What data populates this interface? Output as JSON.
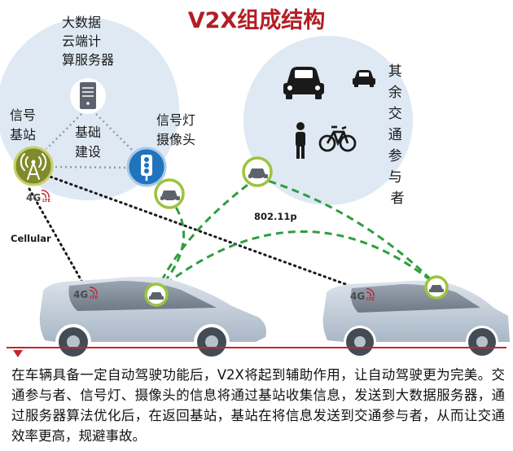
{
  "title": "V2X组成结构",
  "nodes": {
    "big_data_server": [
      "大数据",
      "云端计",
      "算服务器"
    ],
    "base_station": [
      "信号",
      "基站"
    ],
    "infrastructure": [
      "基础",
      "建设"
    ],
    "traffic_light_camera": [
      "信号灯",
      "摄像头"
    ],
    "other_participants": [
      "其",
      "余",
      "交",
      "通",
      "参",
      "与",
      "者"
    ]
  },
  "badges": {
    "network_4g": "4G",
    "network_lte": "LTE"
  },
  "links": {
    "cellular": "Cellular",
    "wifi": "802.11p"
  },
  "caption": "在车辆具备一定自动驾驶功能后，V2X将起到辅助作用，让自动驾驶更为完美。交通参与者、信号灯、摄像头的信息将通过基站收集信息，发送到大数据服务器，通过服务器算法优化后，在返回基站，基站在将信息发送到交通参与者，从而让交通效率更高，规避事故。",
  "colors": {
    "title": "#b21e24",
    "bubble": "#dfe9f4",
    "green_link": "#2e9e3f",
    "node_ring": "#9bc43c",
    "base_station": "#7f8b2a",
    "traffic_light": "#1f74bd",
    "car_body": "#c7d2de",
    "accent_red": "#c0272d"
  }
}
